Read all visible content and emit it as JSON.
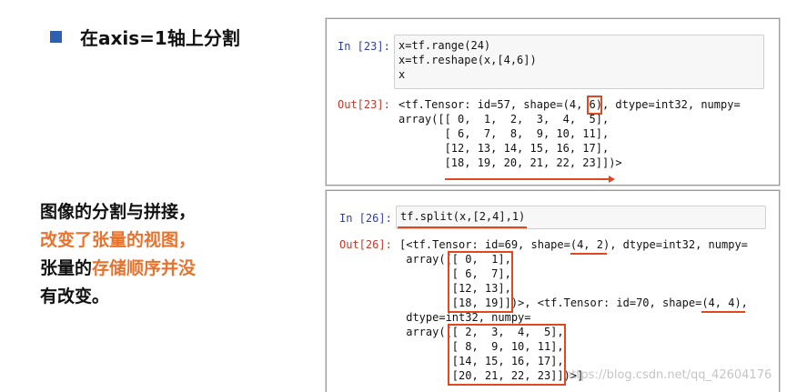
{
  "heading": "在axis=1轴上分割",
  "side_text": {
    "line1": "图像的分割与拼接，",
    "line2": "改变了张量的视图，",
    "line3a": "张量的",
    "line3b": "存储顺序并没",
    "line4": "有改变。"
  },
  "cell1": {
    "in_prompt": "In [23]:",
    "code_lines": [
      "x=tf.range(24)",
      "x=tf.reshape(x,[4,6])",
      "x"
    ],
    "out_prompt": "Out[23]:",
    "output_lines": [
      "<tf.Tensor: id=57, shape=(4, 6), dtype=int32, numpy=",
      "array([[ 0,  1,  2,  3,  4,  5],",
      "       [ 6,  7,  8,  9, 10, 11],",
      "       [12, 13, 14, 15, 16, 17],",
      "       [18, 19, 20, 21, 22, 23]])>"
    ]
  },
  "cell2": {
    "in_prompt": "In [26]:",
    "code": "tf.split(x,[2,4],1)",
    "out_prompt": "Out[26]:",
    "output_lines": [
      "[<tf.Tensor: id=69, shape=(4, 2), dtype=int32, numpy=",
      " array([[ 0,  1],",
      "        [ 6,  7],",
      "        [12, 13],",
      "        [18, 19]])>, <tf.Tensor: id=70, shape=(4, 4),",
      " dtype=int32, numpy=",
      " array([[ 2,  3,  4,  5],",
      "        [ 8,  9, 10, 11],",
      "        [14, 15, 16, 17],",
      "        [20, 21, 22, 23]])>]"
    ]
  },
  "watermark": "https://blog.csdn.net/qq_42604176",
  "colors": {
    "accent": "#e0491f",
    "orange_text": "#e8722c",
    "bullet": "#2f5fb3"
  }
}
